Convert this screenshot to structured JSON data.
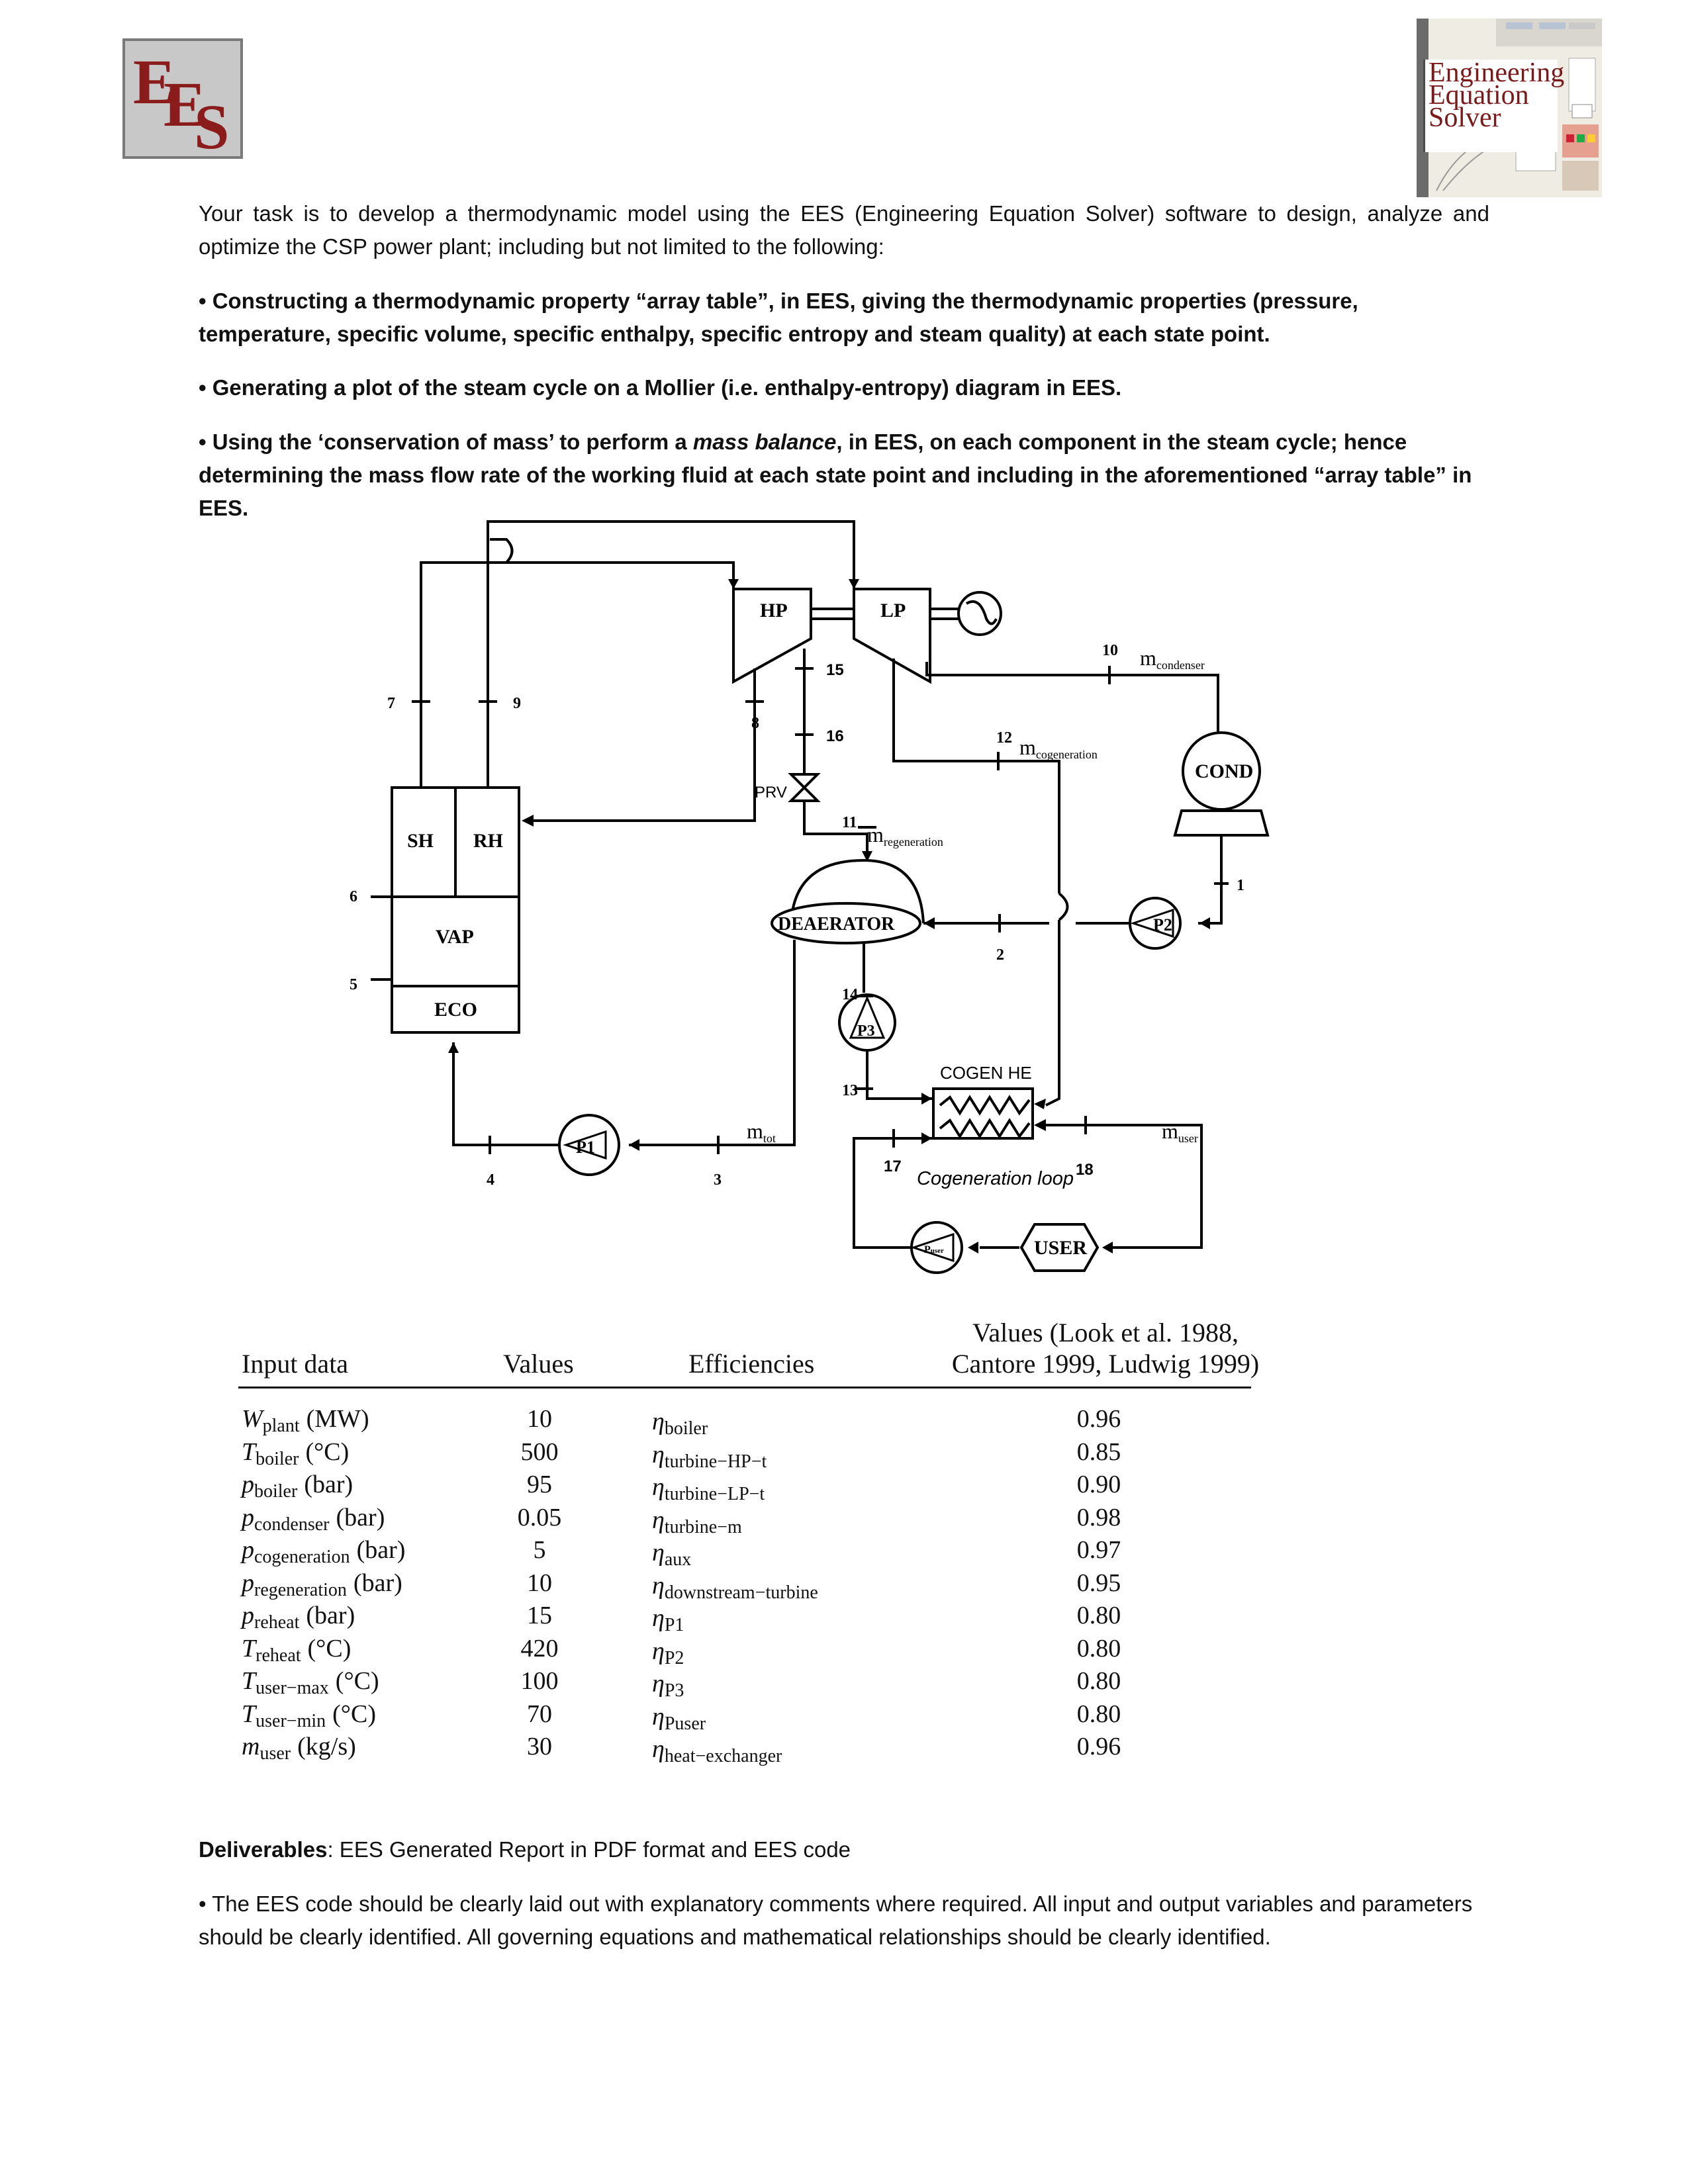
{
  "logos": {
    "ees_letters": [
      "E",
      "E",
      "S"
    ],
    "right_logo_lines": [
      "Engineering",
      "Equation",
      "Solver"
    ]
  },
  "intro": "Your task is to develop a thermodynamic model using the EES (Engineering Equation Solver) software to design, analyze and optimize the CSP power plant; including but not limited to the following:",
  "bullets": [
    "• Constructing a thermodynamic property “array table”, in EES, giving the thermodynamic properties (pressure, temperature, specific volume, specific enthalpy, specific entropy and steam quality) at each state point.",
    "• Generating a plot of the steam cycle on a Mollier (i.e. enthalpy-entropy) diagram in EES."
  ],
  "bullet3": {
    "before": "• Using the ‘conservation of mass’ to perform a ",
    "emph": "mass balance",
    "after": ", in EES, on each component in the steam cycle; hence determining the mass flow rate of the working fluid at each state point and including in the aforementioned “array table” in EES."
  },
  "diagram": {
    "components": {
      "hp": "HP",
      "lp": "LP",
      "sh": "SH",
      "rh": "RH",
      "vap": "VAP",
      "eco": "ECO",
      "cond": "COND",
      "deaerator": "DEAERATOR",
      "prv": "PRV",
      "cogen_he": "COGEN HE",
      "user": "USER",
      "p1": "P1",
      "p2": "P2",
      "p3": "P3",
      "puser": "P",
      "puser_sub": "user"
    },
    "states": [
      "1",
      "2",
      "3",
      "4",
      "5",
      "6",
      "7",
      "8",
      "9",
      "10",
      "11",
      "12",
      "13",
      "14",
      "15",
      "16",
      "17",
      "18"
    ],
    "flows": {
      "m_base": "m",
      "condenser": "condenser",
      "cogeneration": "cogeneration",
      "regeneration": "regeneration",
      "tot": "tot",
      "user": "user"
    },
    "loop_label": "Cogeneration loop"
  },
  "table": {
    "headers": {
      "input": "Input data",
      "values": "Values",
      "eff": "Efficiencies",
      "ref_line1": "Values (Look et al. 1988,",
      "ref_line2": "Cantore 1999, Ludwig 1999)"
    },
    "inputs": [
      {
        "sym": "W",
        "sub": "plant",
        "unit": "(MW)",
        "value": "10"
      },
      {
        "sym": "T",
        "sub": "boiler",
        "unit": "(°C)",
        "value": "500"
      },
      {
        "sym": "p",
        "sub": "boiler",
        "unit": "(bar)",
        "value": "95"
      },
      {
        "sym": "p",
        "sub": "condenser",
        "unit": "(bar)",
        "value": "0.05"
      },
      {
        "sym": "p",
        "sub": "cogeneration",
        "unit": "(bar)",
        "value": "5"
      },
      {
        "sym": "p",
        "sub": "regeneration",
        "unit": "(bar)",
        "value": "10"
      },
      {
        "sym": "p",
        "sub": "reheat",
        "unit": "(bar)",
        "value": "15"
      },
      {
        "sym": "T",
        "sub": "reheat",
        "unit": "(°C)",
        "value": "420"
      },
      {
        "sym": "T",
        "sub": "user−max",
        "unit": "(°C)",
        "value": "100"
      },
      {
        "sym": "T",
        "sub": "user−min",
        "unit": "(°C)",
        "value": "70"
      },
      {
        "sym": "m",
        "sub": "user",
        "unit": "(kg/s)",
        "value": "30"
      }
    ],
    "efficiencies": [
      {
        "sub": "boiler",
        "value": "0.96"
      },
      {
        "sub": "turbine−HP−t",
        "value": "0.85"
      },
      {
        "sub": "turbine−LP−t",
        "value": "0.90"
      },
      {
        "sub": "turbine−m",
        "value": "0.98"
      },
      {
        "sub": "aux",
        "value": "0.97"
      },
      {
        "sub": "downstream−turbine",
        "value": "0.95"
      },
      {
        "sub": "P1",
        "value": "0.80"
      },
      {
        "sub": "P2",
        "value": "0.80"
      },
      {
        "sub": "P3",
        "value": "0.80"
      },
      {
        "sub": "Puser",
        "value": "0.80"
      },
      {
        "sub": "heat−exchanger",
        "value": "0.96"
      }
    ],
    "eta": "η"
  },
  "deliverables": {
    "label": "Deliverables",
    "text": ": EES Generated Report in PDF format and EES code"
  },
  "final_bullet": "• The EES code should be clearly laid out with explanatory comments where required. All input and output variables and parameters should be clearly identified. All governing equations and mathematical relationships should be clearly identified."
}
